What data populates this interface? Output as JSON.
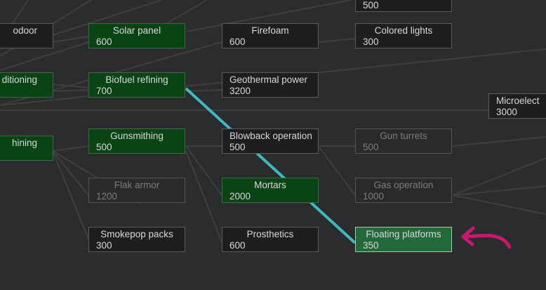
{
  "nodes": [
    {
      "id": "top",
      "title": "",
      "cost": "500",
      "state": "dark"
    },
    {
      "id": "podoor",
      "title": "odoor",
      "cost": "",
      "state": "dark"
    },
    {
      "id": "solar",
      "title": "Solar panel",
      "cost": "600",
      "state": "done"
    },
    {
      "id": "firefoam",
      "title": "Firefoam",
      "cost": "600",
      "state": "dark"
    },
    {
      "id": "lights",
      "title": "Colored lights",
      "cost": "300",
      "state": "dark"
    },
    {
      "id": "aircon",
      "title": "ditioning",
      "cost": "",
      "state": "done"
    },
    {
      "id": "biofuel",
      "title": "Biofuel refining",
      "cost": "700",
      "state": "done"
    },
    {
      "id": "geo",
      "title": "Geothermal power",
      "cost": "3200",
      "state": "dark"
    },
    {
      "id": "micro",
      "title": "Microelect",
      "cost": "3000",
      "state": "dark"
    },
    {
      "id": "machining",
      "title": "hining",
      "cost": "",
      "state": "done"
    },
    {
      "id": "gunsmith",
      "title": "Gunsmithing",
      "cost": "500",
      "state": "done"
    },
    {
      "id": "blowback",
      "title": "Blowback operation",
      "cost": "500",
      "state": "dark"
    },
    {
      "id": "turrets",
      "title": "Gun turrets",
      "cost": "500",
      "state": "locked"
    },
    {
      "id": "flak",
      "title": "Flak armor",
      "cost": "1200",
      "state": "locked"
    },
    {
      "id": "mortars",
      "title": "Mortars",
      "cost": "2000",
      "state": "done"
    },
    {
      "id": "gasop",
      "title": "Gas operation",
      "cost": "1000",
      "state": "locked"
    },
    {
      "id": "smokepop",
      "title": "Smokepop packs",
      "cost": "300",
      "state": "dark"
    },
    {
      "id": "prosthetics",
      "title": "Prosthetics",
      "cost": "600",
      "state": "dark"
    },
    {
      "id": "floating",
      "title": "Floating platforms",
      "cost": "350",
      "state": "sel"
    }
  ],
  "colors": {
    "highlight_line": "#3fb8c2",
    "arrow": "#c8186e"
  }
}
